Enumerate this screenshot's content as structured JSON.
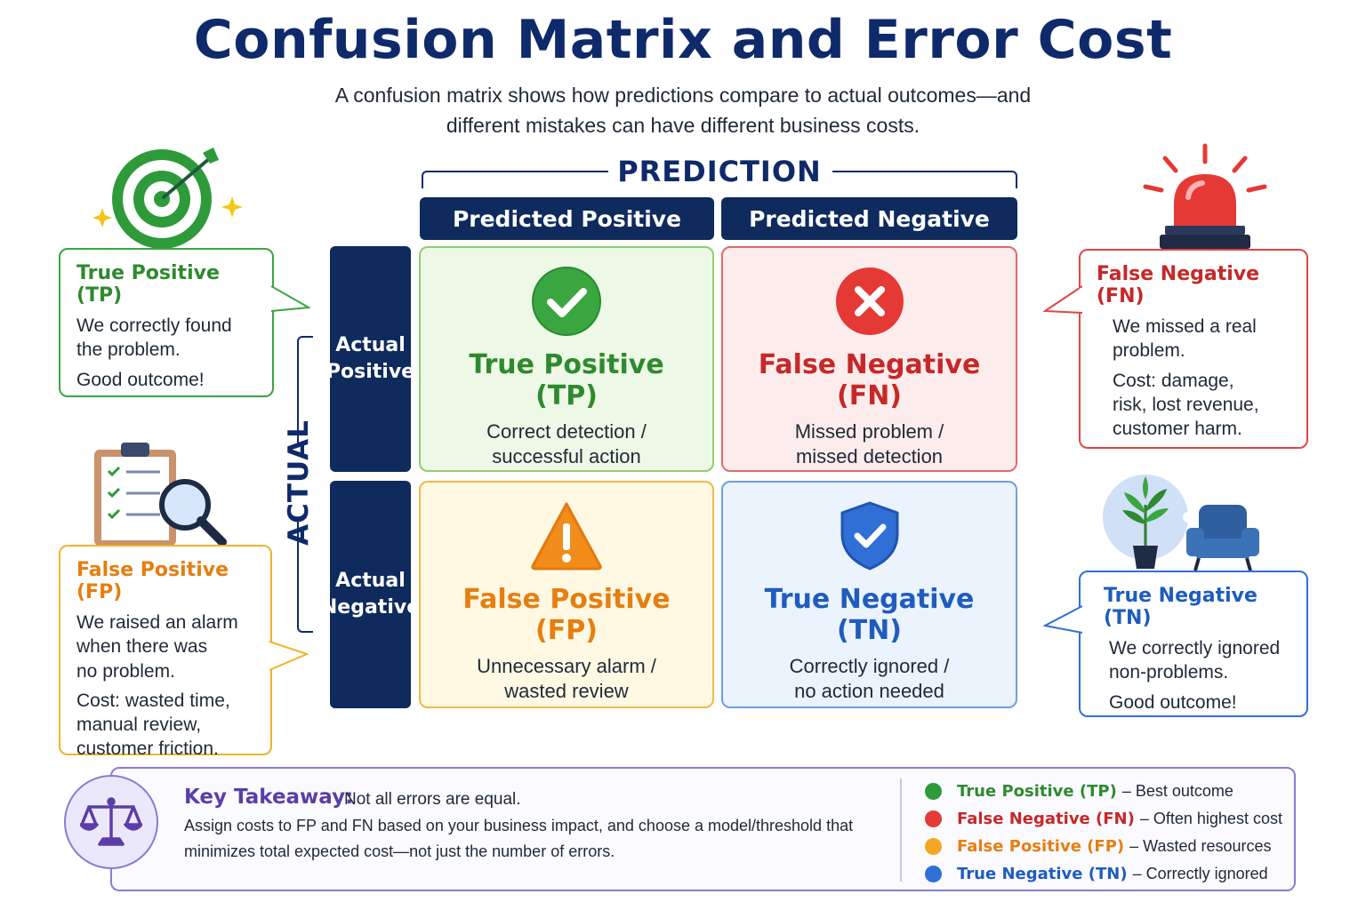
{
  "title": "Confusion Matrix and Error Cost",
  "subtitle": [
    "A confusion matrix shows how predictions compare to actual outcomes—and",
    "different mistakes can have different business costs."
  ],
  "prediction_label": "PREDICTION",
  "actual_label": "ACTUAL",
  "columns": [
    "Predicted Positive",
    "Predicted Negative"
  ],
  "rows": [
    {
      "line1": "Actual",
      "line2": "Positive"
    },
    {
      "line1": "Actual",
      "line2": "Negative"
    }
  ],
  "colors": {
    "navy": "#0f2a5c",
    "green": "#2e9a3a",
    "red": "#d32f2f",
    "orange": "#ea8a1c",
    "blue": "#1f5cbf",
    "purple": "#5b3ea8"
  },
  "cells": {
    "tp": {
      "title1": "True Positive",
      "title2": "(TP)",
      "desc1": "Correct detection /",
      "desc2": "successful action",
      "icon": "check-circle-icon"
    },
    "fn": {
      "title1": "False Negative",
      "title2": "(FN)",
      "desc1": "Missed problem /",
      "desc2": "missed detection",
      "icon": "x-circle-icon"
    },
    "fp": {
      "title1": "False Positive",
      "title2": "(FP)",
      "desc1": "Unnecessary alarm /",
      "desc2": "wasted review",
      "icon": "warning-triangle-icon"
    },
    "tn": {
      "title1": "True Negative",
      "title2": "(TN)",
      "desc1": "Correctly ignored /",
      "desc2": "no action needed",
      "icon": "shield-check-icon"
    }
  },
  "callouts": {
    "tp": {
      "title": "True Positive (TP)",
      "lines": [
        "We correctly found",
        "the problem."
      ],
      "extra": [
        "Good outcome!"
      ],
      "icon": "target-icon"
    },
    "fn": {
      "title": "False Negative (FN)",
      "lines": [
        "We missed a real",
        "problem."
      ],
      "extra": [
        "Cost: damage,",
        "risk, lost revenue,",
        "customer harm."
      ],
      "icon": "siren-icon"
    },
    "fp": {
      "title": "False Positive (FP)",
      "lines": [
        "We raised an alarm",
        "when there was",
        "no problem."
      ],
      "extra": [
        "Cost: wasted time,",
        "manual review,",
        "customer friction."
      ],
      "icon": "clipboard-magnifier-icon"
    },
    "tn": {
      "title": "True Negative (TN)",
      "lines": [
        "We correctly ignored",
        "non-problems."
      ],
      "extra": [
        "Good outcome!"
      ],
      "icon": "plant-armchair-icon"
    }
  },
  "takeaway": {
    "title": "Key Takeaway:",
    "lead": "Not all errors are equal.",
    "body": [
      "Assign costs to FP and FN based on your business impact, and choose a model/threshold that",
      "minimizes total expected cost—not just the number of errors."
    ],
    "icon": "balance-scale-icon"
  },
  "legend": [
    {
      "name": "True Positive (TP)",
      "desc": "– Best outcome",
      "color": "#2e9a3a"
    },
    {
      "name": "False Negative (FN)",
      "desc": "– Often highest cost",
      "color": "#d32f2f"
    },
    {
      "name": "False Positive (FP)",
      "desc": "– Wasted resources",
      "color": "#ea8a1c"
    },
    {
      "name": "True Negative (TN)",
      "desc": "– Correctly ignored",
      "color": "#1f5cbf"
    }
  ]
}
